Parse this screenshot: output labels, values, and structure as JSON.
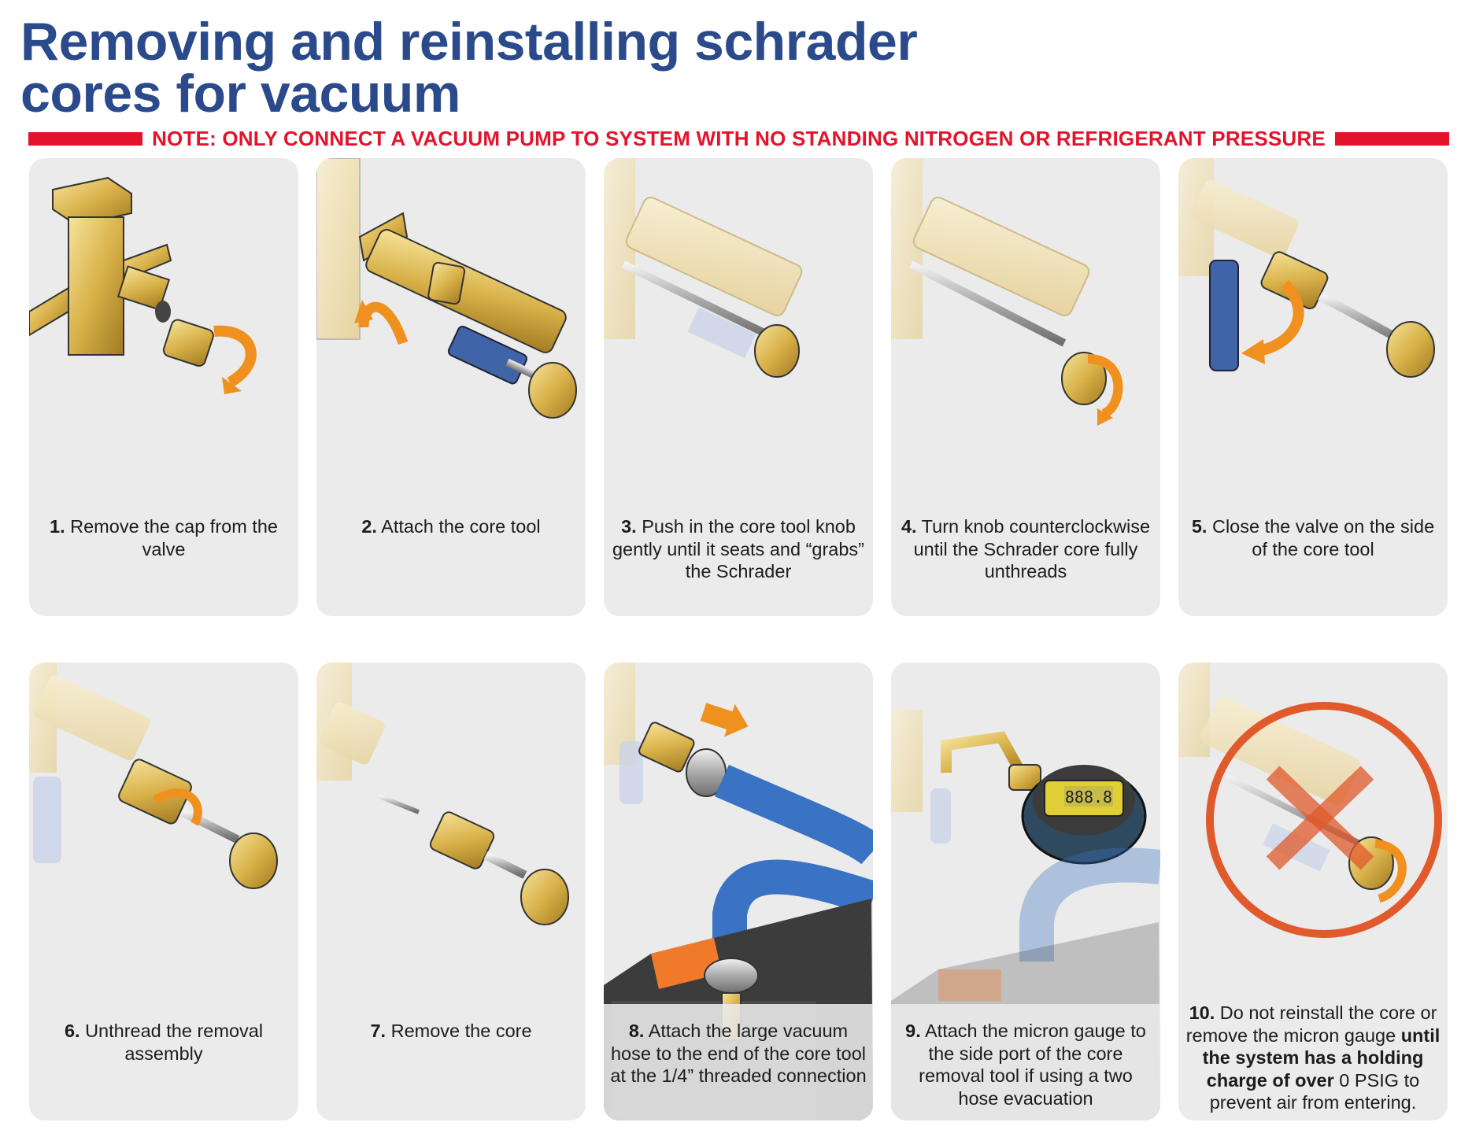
{
  "header": {
    "title_line1": "Removing and reinstalling schrader",
    "title_line2": "cores for vacuum",
    "note": "NOTE: ONLY CONNECT A VACUUM PUMP TO SYSTEM WITH NO STANDING NITROGEN OR REFRIGERANT PRESSURE"
  },
  "colors": {
    "title": "#2b4a8b",
    "note_red": "#e3132c",
    "brass": "#d9b24a",
    "arrow_orange": "#f0901e",
    "handle_blue": "#3f64a8",
    "hose_blue": "#3a72c4",
    "forbidden_ring": "#e05a2c"
  },
  "steps": [
    {
      "number": "1.",
      "text": "Remove the cap from the valve",
      "icon": "valve-cap-removal-illustration"
    },
    {
      "number": "2.",
      "text": "Attach the core tool",
      "icon": "core-tool-attach-illustration"
    },
    {
      "number": "3.",
      "text": "Push in the core tool knob gently until it seats and “grabs” the Schrader",
      "icon": "push-knob-illustration"
    },
    {
      "number": "4.",
      "text": "Turn knob counterclockwise until the Schrader core fully unthreads",
      "icon": "turn-knob-illustration"
    },
    {
      "number": "5.",
      "text": "Close the valve on the side of the core tool",
      "icon": "close-side-valve-illustration"
    },
    {
      "number": "6.",
      "text": "Unthread the removal assembly",
      "icon": "unthread-assembly-illustration"
    },
    {
      "number": "7.",
      "text": "Remove the core",
      "icon": "remove-core-illustration"
    },
    {
      "number": "8.",
      "text": "Attach the large vacuum hose to the end of the core tool at the 1/4” threaded connection",
      "icon": "vacuum-hose-illustration"
    },
    {
      "number": "9.",
      "text": "Attach the micron gauge to the side port of the core removal tool if using a two hose evacuation",
      "icon": "micron-gauge-illustration"
    },
    {
      "number": "10.",
      "text_before": "Do not reinstall the core or remove the micron gauge",
      "text_bold": "until the system has a holding charge of over",
      "text_value": "0 PSIG",
      "text_after": "to prevent air from entering.",
      "icon": "do-not-reinstall-illustration"
    }
  ],
  "gauge": {
    "display": "888.8"
  }
}
